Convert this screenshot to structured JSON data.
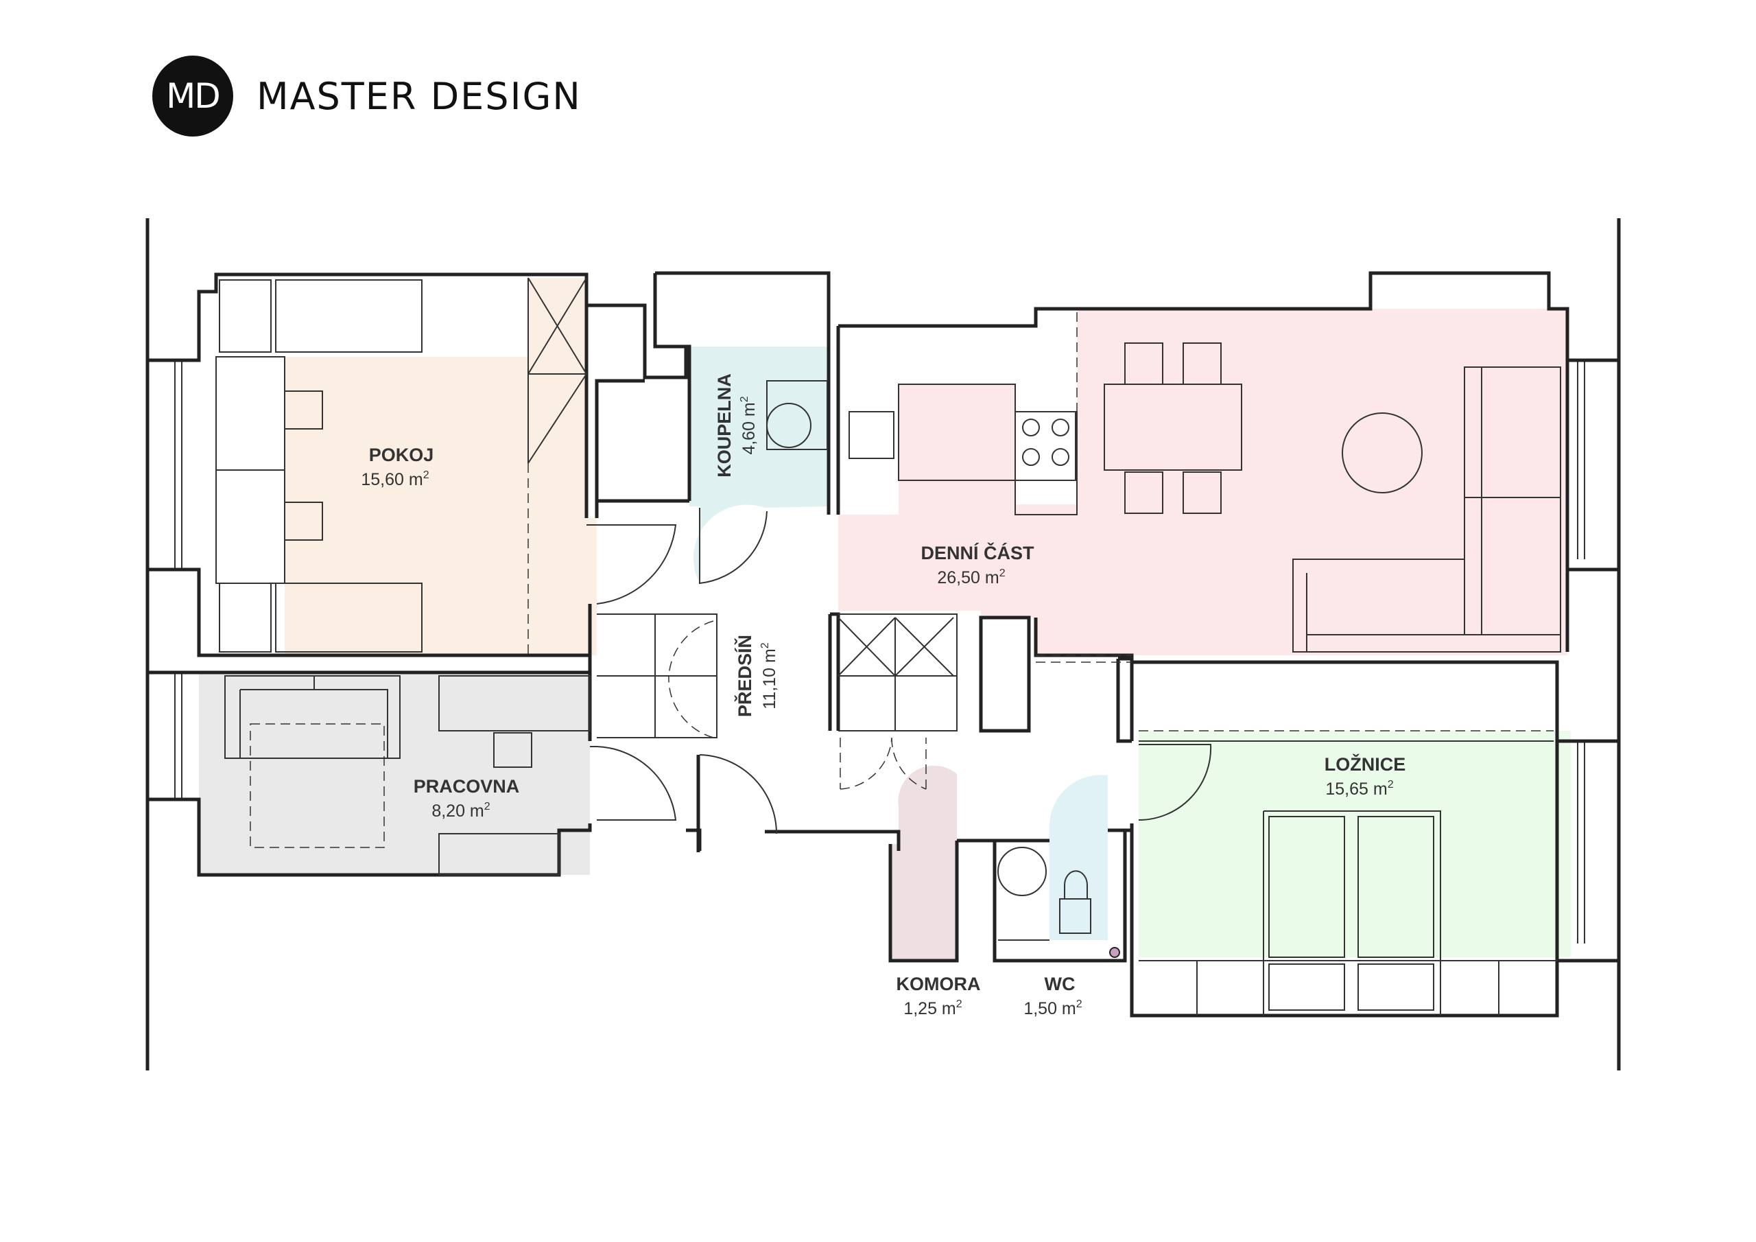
{
  "brand": {
    "logo": "MD",
    "name": "MASTER DESIGN"
  },
  "colors": {
    "pokoj": "#fbefe4",
    "pracovna": "#e9e9e9",
    "koupelna": "#dff1f1",
    "denni": "#fce8e8",
    "loznice": "#ebfbe9",
    "komora": "#eee0e2",
    "wc": "#e1f2f6",
    "wall": "#222222"
  },
  "rooms": {
    "pokoj": {
      "name": "POKOJ",
      "area": "15,60 m",
      "unit": "2"
    },
    "pracovna": {
      "name": "PRACOVNA",
      "area": "8,20 m",
      "unit": "2"
    },
    "koupelna": {
      "name": "KOUPELNA",
      "area": "4,60 m",
      "unit": "2"
    },
    "predsin": {
      "name": "PŘEDSÍŇ",
      "area": "11,10 m",
      "unit": "2"
    },
    "denni": {
      "name": "DENNÍ ČÁST",
      "area": "26,50 m",
      "unit": "2"
    },
    "loznice": {
      "name": "LOŽNICE",
      "area": "15,65 m",
      "unit": "2"
    },
    "komora": {
      "name": "KOMORA",
      "area": "1,25 m",
      "unit": "2"
    },
    "wc": {
      "name": "WC",
      "area": "1,50 m",
      "unit": "2"
    }
  }
}
